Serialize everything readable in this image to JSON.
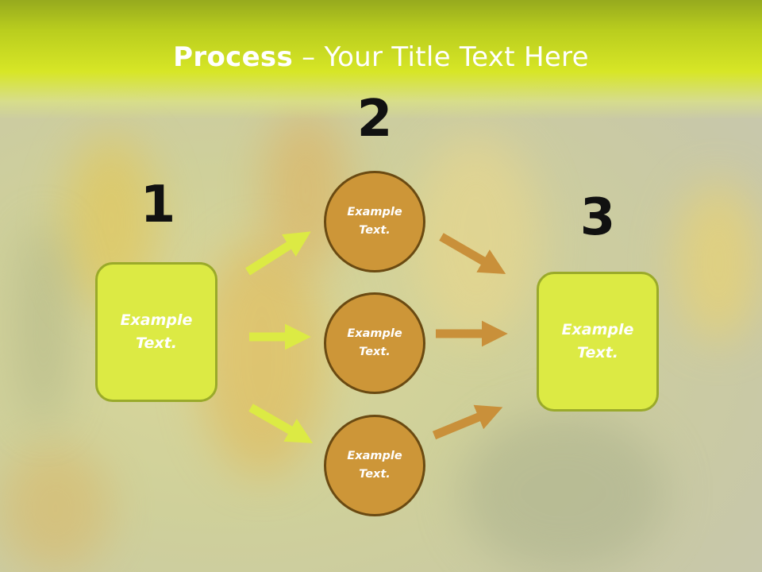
{
  "title": {
    "bold": "Process",
    "rest": " – Your Title Text Here"
  },
  "steps": [
    {
      "number": "1",
      "label": "Example\nText."
    },
    {
      "number": "2",
      "labels": [
        "Example\nText.",
        "Example\nText.",
        "Example\nText."
      ]
    },
    {
      "number": "3",
      "label": "Example\nText."
    }
  ],
  "colors": {
    "header": "#c9de22",
    "box_fill": "#dcea44",
    "circle_fill": "#cd9638",
    "arrow_green": "#dcea44",
    "arrow_orange": "#c9903a"
  }
}
